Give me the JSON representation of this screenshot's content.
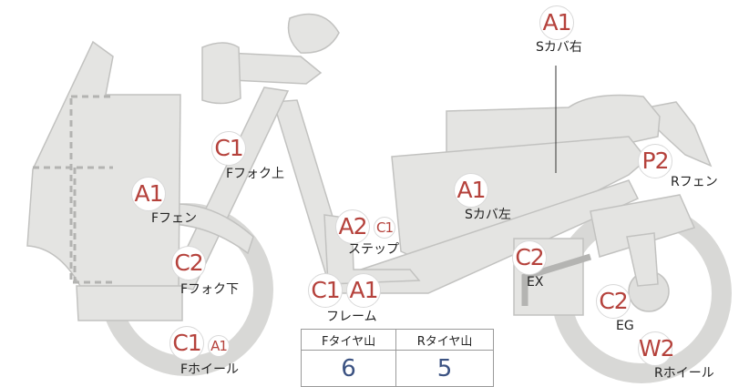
{
  "colors": {
    "part_fill": "#e4e4e2",
    "part_stroke": "#c2c2c0",
    "dash": "#b3b3b1",
    "rating_text": "#b5423c",
    "tread_value": "#3b5282"
  },
  "ratings": {
    "s_cover_right": "A1",
    "s_cover_left": "A1",
    "r_fender": "P2",
    "f_fork_upper": "C1",
    "f_fender": "A1",
    "step_main": "A2",
    "step_sub": "C1",
    "f_fork_lower": "C2",
    "exhaust": "C2",
    "frame_first": "C1",
    "frame_second": "A1",
    "engine": "C2",
    "f_wheel_main": "C1",
    "f_wheel_sub": "A1",
    "r_wheel": "W2"
  },
  "labels": {
    "s_cover_right": "Sカバ右",
    "s_cover_left": "Sカバ左",
    "r_fender": "Rフェン",
    "f_fork_upper": "Fフォク上",
    "f_fender": "Fフェン",
    "step": "ステップ",
    "f_fork_lower": "Fフォク下",
    "exhaust": "EX",
    "frame": "フレーム",
    "engine": "EG",
    "f_wheel": "Fホイール",
    "r_wheel": "Rホイール"
  },
  "tread_table": {
    "front_header": "Fタイヤ山",
    "rear_header": "Rタイヤ山",
    "front_value": "6",
    "rear_value": "5"
  }
}
